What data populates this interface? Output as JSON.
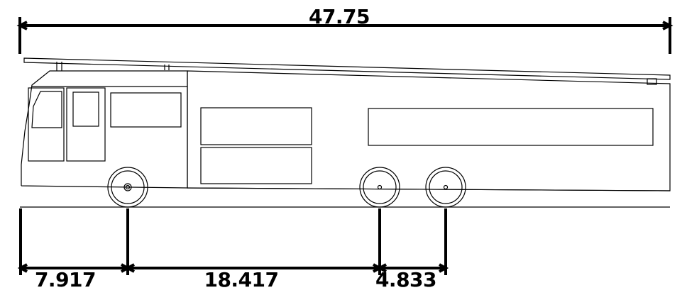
{
  "dimensions": {
    "overall_length": "47.75",
    "front_overhang": "7.917",
    "wheelbase": "18.417",
    "tandem_spacing": "4.833"
  }
}
